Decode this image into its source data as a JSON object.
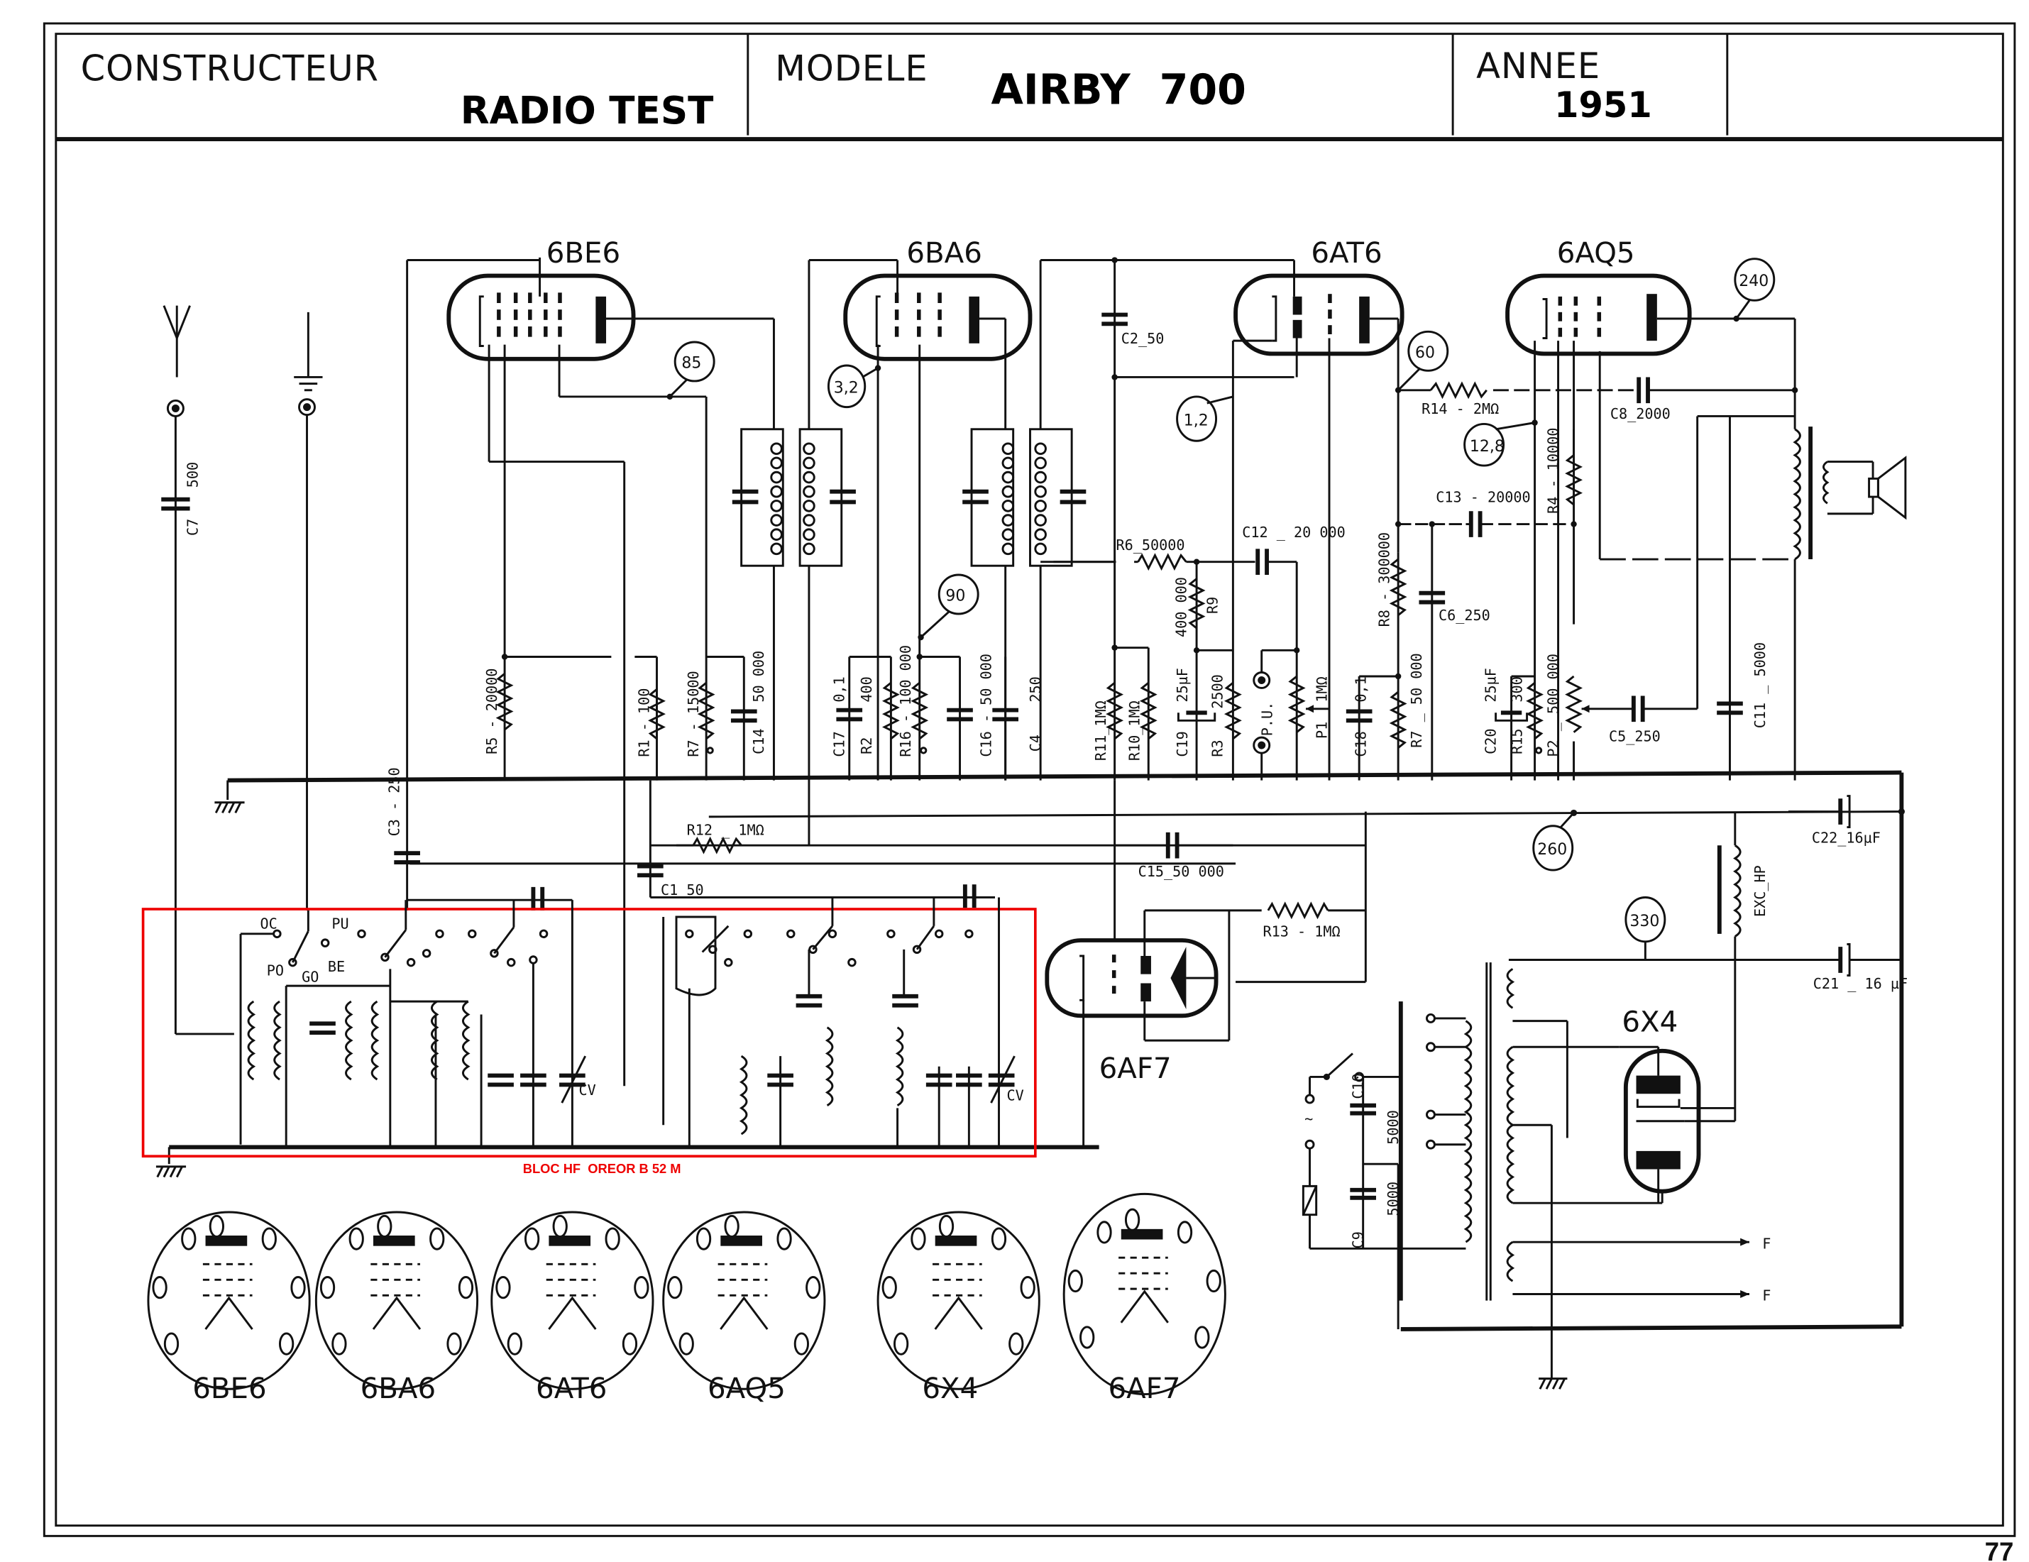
{
  "header": {
    "constructeur_label": "CONSTRUCTEUR",
    "constructeur_value": "RADIO TEST",
    "modele_label": "MODELE",
    "modele_value": "AIRBY  700",
    "annee_label": "ANNEE",
    "annee_value": "1951"
  },
  "page_number": "77",
  "tubes": {
    "t1": "6BE6",
    "t2": "6BA6",
    "t3": "6AT6",
    "t4": "6AQ5",
    "t5": "6AF7",
    "t6": "6X4"
  },
  "voltages": {
    "v85": "85",
    "v32": "3,2",
    "v90": "90",
    "v12": "1,2",
    "v60": "60",
    "v128": "12,8",
    "v240": "240",
    "v260": "260",
    "v330": "330"
  },
  "components": {
    "c7": "C7",
    "c7v": "500",
    "c2": "C2_50",
    "r14": "R14 - 2MΩ",
    "c8": "C8_2000",
    "r4": "R4 - 10000",
    "c13": "C13 - 20000",
    "r6": "R6_50000",
    "c12": "C12 _ 20 000",
    "r9": "R9",
    "r9v": "400 000",
    "r8": "R8 - 300000",
    "c6": "C6_250",
    "r5": "R5 - 20000",
    "r1": "R1 - 100",
    "r7a": "R7 - 15000",
    "c14": "C14",
    "c14v": "50 000",
    "c17": "C17",
    "c17v": "0,1",
    "r2": "R2",
    "r2v": "400",
    "r16": "R16 - 100 000",
    "c16": "C16 - 50 000",
    "c4": "C4",
    "c4v": "250",
    "r11": "R11_1MΩ",
    "r10": "R10_1MΩ",
    "c19": "C19",
    "c19v": "25µF",
    "r3": "R3",
    "r3v": "2500",
    "pu": "P.U.",
    "p1": "P1",
    "p1v": "1MΩ",
    "c18": "C18",
    "c18v": "0,1",
    "r7b": "R7 _ 50 000",
    "c20": "C20",
    "c20v": "25µF",
    "r15": "R15",
    "r15v": "300",
    "p2": "P2 _ 500 000",
    "c5": "C5_250",
    "c11": "C11 _ 5000",
    "c3": "C3 - 250",
    "r12": "R12 _ 1MΩ",
    "c1": "C1_50",
    "c15": "C15_50 000",
    "r13": "R13 - 1MΩ",
    "c22": "C22_16µF",
    "c21": "C21 _ 16 µF",
    "exc": "EXC_HP",
    "c10": "C10",
    "c10v": "5000",
    "c9": "C9",
    "c9v": "5000",
    "cv": "CV",
    "f": "F"
  },
  "switch_labels": {
    "oc": "OC",
    "pu": "PU",
    "po": "PO",
    "go": "GO",
    "be": "BE"
  },
  "bloc_hf_label": "BLOC HF  OREOR B 52 M",
  "bloc_hf_color": "#e00000"
}
